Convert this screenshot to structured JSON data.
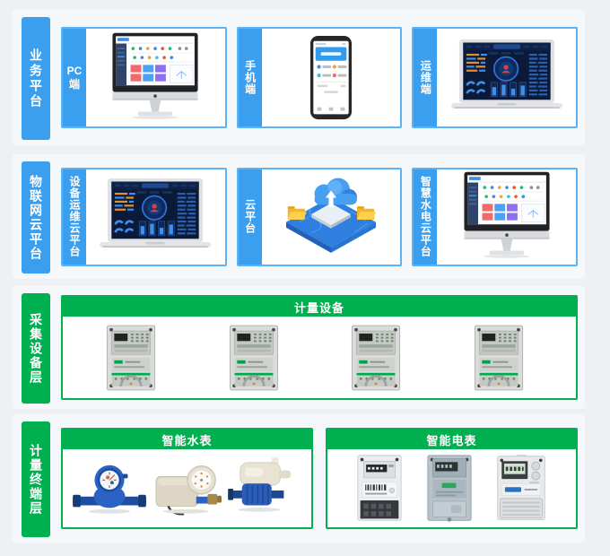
{
  "colors": {
    "page_bg": "#eef0f4",
    "panel_bg": "#f5f8fa",
    "blue_fill": "#3a9fef",
    "blue_border": "#5bb2f4",
    "green": "#00b050",
    "box_bg": "#ffffff",
    "label_text": "#ffffff"
  },
  "rows": [
    {
      "label": "业务平台",
      "boxes": [
        {
          "label": "PC端",
          "device": "imac-desktop-dashboard"
        },
        {
          "label": "手机端",
          "device": "smartphone-app"
        },
        {
          "label": "运维端",
          "device": "laptop-dark-dashboard"
        }
      ]
    },
    {
      "label": "物联网云平台",
      "boxes": [
        {
          "label": "设备运维云平台",
          "device": "laptop-dark-dashboard"
        },
        {
          "label": "云平台",
          "device": "cloud-platform-3d"
        },
        {
          "label": "智慧水电云平台",
          "device": "imac-desktop-dashboard"
        }
      ]
    },
    {
      "label": "采集设备层",
      "groups": [
        {
          "header": "计量设备",
          "devices": [
            "collector-terminal",
            "collector-terminal",
            "collector-terminal",
            "collector-terminal"
          ]
        }
      ]
    },
    {
      "label": "计量终端层",
      "groups": [
        {
          "header": "智能水表",
          "devices": [
            "water-meter-rotary",
            "water-meter-valve",
            "water-meter-compact"
          ]
        },
        {
          "header": "智能电表",
          "devices": [
            "electric-meter-single-phase",
            "electric-meter-gray",
            "electric-meter-three-phase"
          ]
        }
      ]
    }
  ]
}
